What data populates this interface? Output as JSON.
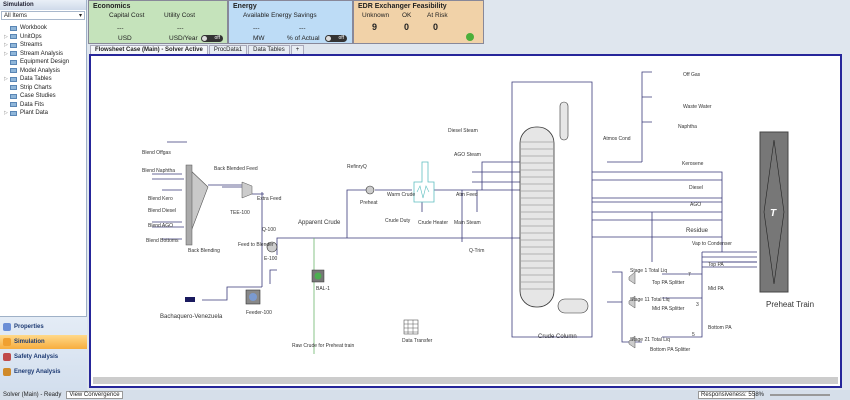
{
  "sidebar": {
    "title": "Simulation",
    "filter": "All Items",
    "items": [
      {
        "label": "Workbook",
        "exp": false
      },
      {
        "label": "UnitOps",
        "exp": true
      },
      {
        "label": "Streams",
        "exp": true
      },
      {
        "label": "Stream Analysis",
        "exp": true
      },
      {
        "label": "Equipment Design",
        "exp": false
      },
      {
        "label": "Model Analysis",
        "exp": false
      },
      {
        "label": "Data Tables",
        "exp": true
      },
      {
        "label": "Strip Charts",
        "exp": false
      },
      {
        "label": "Case Studies",
        "exp": false
      },
      {
        "label": "Data Fits",
        "exp": false
      },
      {
        "label": "Plant Data",
        "exp": true
      }
    ],
    "nav": [
      {
        "label": "Properties"
      },
      {
        "label": "Simulation",
        "active": true
      },
      {
        "label": "Safety Analysis"
      },
      {
        "label": "Energy Analysis"
      }
    ]
  },
  "economics": {
    "title": "Economics",
    "capital_cost": "Capital Cost",
    "utility_cost": "Utility Cost",
    "capital_value": "---",
    "utility_value": "---",
    "capital_unit": "USD",
    "utility_unit": "USD/Year",
    "toggle": "off",
    "color": "#c5e3bb"
  },
  "energy": {
    "title": "Energy",
    "subtitle": "Available Energy Savings",
    "mw_value": "---",
    "pct_value": "---",
    "mw_unit": "MW",
    "pct_unit": "% of Actual",
    "toggle": "off",
    "color": "#bddcf6"
  },
  "edr": {
    "title": "EDR Exchanger Feasibility",
    "unknown_label": "Unknown",
    "ok_label": "OK",
    "risk_label": "At Risk",
    "unknown": "9",
    "ok": "0",
    "risk": "0",
    "color": "#f1d2a8"
  },
  "tabs": [
    {
      "label": "Flowsheet Case (Main) - Solver Active"
    },
    {
      "label": "ProcData1"
    },
    {
      "label": "Data Tables"
    },
    {
      "label": "+"
    }
  ],
  "flowsheet": {
    "labels": [
      "Blend Offgas",
      "Blend Naphtha",
      "Blend Kero",
      "Blend Diesel",
      "Blend AGO",
      "Blend Bottoms",
      "Back Blending",
      "Back Blended Feed",
      "TEE-100",
      "Extra Feed",
      "Feed to Blender",
      "Q-100",
      "E-100",
      "Feeder-100",
      "Bachaquero-Venezuela",
      "Apparent Crude",
      "BAL-1",
      "Raw Crude for Preheat train",
      "Data Transfer",
      "RefinryQ",
      "Preheat",
      "Warm Crude",
      "Crude Duty",
      "Crude Heater",
      "Diesel Steam",
      "AGO Steam",
      "Atm Feed",
      "Main Steam",
      "Q-Trim",
      "Crude Column",
      "Atmos Cond",
      "Off Gas",
      "Waste Water",
      "Naphtha",
      "Kerosene",
      "Diesel",
      "AGO",
      "Residue",
      "Vap to Condenser",
      "Top PA",
      "Mid PA",
      "Bottom PA",
      "Stage 1 Total Liq",
      "Top PA Splitter",
      "Stage 11 Total Liq",
      "Mid PA Splitter",
      "Stage 21 Total Liq",
      "Bottom PA Splitter",
      "7",
      "3",
      "5",
      "Preheat Train",
      "T"
    ]
  },
  "status": {
    "solver": "Solver (Main) - Ready",
    "convergence": "View Convergence",
    "responsiveness": "Responsiveness: 5",
    "zoom": "58%"
  }
}
